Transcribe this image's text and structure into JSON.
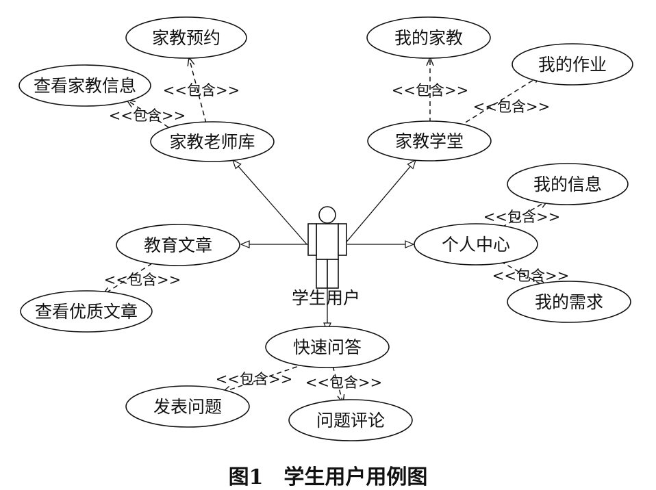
{
  "diagram": {
    "actor": {
      "label": "学生用户"
    },
    "use_cases": {
      "tutor_booking": "家教预约",
      "view_tutor_info": "查看家教信息",
      "tutor_library": "家教老师库",
      "my_tutor": "我的家教",
      "my_homework": "我的作业",
      "tutor_classroom": "家教学堂",
      "my_info": "我的信息",
      "edu_articles": "教育文章",
      "personal_center": "个人中心",
      "view_quality_articles": "查看优质文章",
      "my_needs": "我的需求",
      "quick_qa": "快速问答",
      "post_question": "发表问题",
      "question_comment": "问题评论"
    },
    "include_label": "<<包含>>"
  },
  "caption": "图1　学生用户用例图"
}
